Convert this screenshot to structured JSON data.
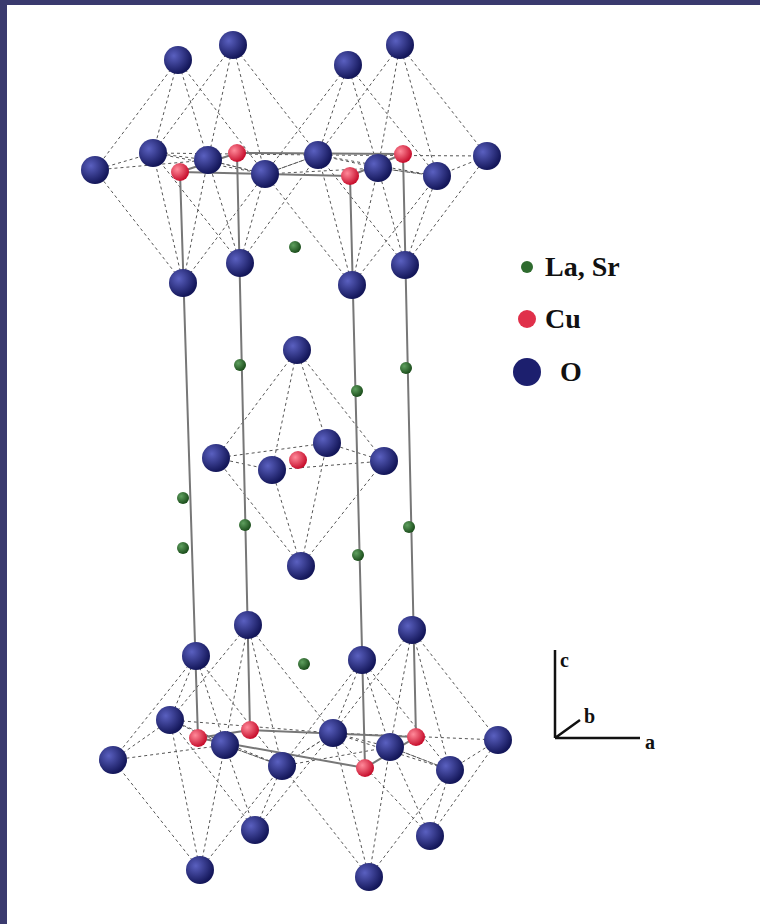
{
  "diagram": {
    "labels": [
      "c",
      "b",
      "a"
    ],
    "legend": [
      {
        "text": "La, Sr",
        "color": "#2e6b2e"
      },
      {
        "text": "Cu",
        "color": "#e0304a"
      },
      {
        "text": "O",
        "color": "#1c1f6e"
      }
    ]
  }
}
